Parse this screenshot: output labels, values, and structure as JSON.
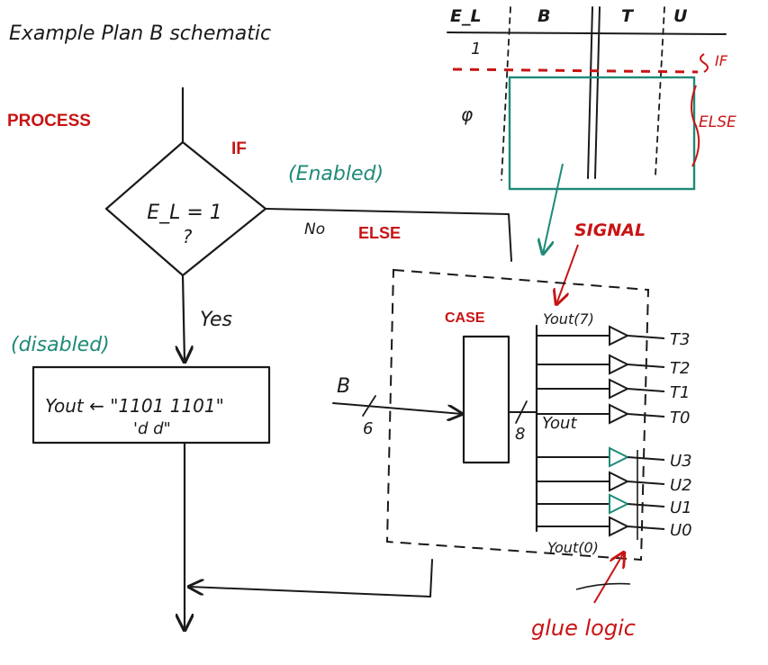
{
  "title": "Example Plan B schematic",
  "colors": {
    "ink": "#1a1a1a",
    "red": "#c81414",
    "teal": "#1f8a78"
  },
  "flowchart": {
    "process_label": "PROCESS",
    "if_label": "IF",
    "condition_line1": "E_L = 1",
    "condition_line2": "?",
    "enabled_label": "(Enabled)",
    "no_label": "No",
    "else_label": "ELSE",
    "yes_label": "Yes",
    "disabled_label": "(disabled)",
    "action_line1": "Yout ← \"1101 1101\"",
    "action_line2": "'d   d\""
  },
  "timing": {
    "col_el": "E_L",
    "col_b": "B",
    "col_t": "T",
    "col_u": "U",
    "row_one": "1",
    "row_zero": "φ",
    "if_label": "IF",
    "else_label": "ELSE"
  },
  "schematic": {
    "signal_label": "SIGNAL",
    "case_label": "CASE",
    "input_label": "B",
    "input_width": "6",
    "bus_width": "8",
    "bus_label": "Yout",
    "yout_top": "Yout(7)",
    "yout_bottom": "Yout(0)",
    "outputs_t": [
      "T3",
      "T2",
      "T1",
      "T0"
    ],
    "outputs_u": [
      "U3",
      "U2",
      "U1",
      "U0"
    ],
    "glue_label": "glue logic"
  }
}
